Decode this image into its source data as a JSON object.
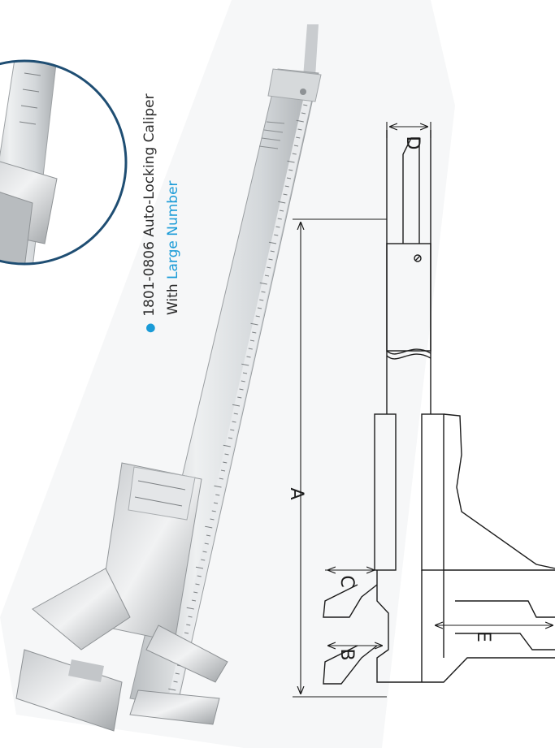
{
  "product": {
    "code_title": "1801-0806 Auto-Locking Caliper",
    "subtitle_prefix": "With",
    "subtitle_accent": "Large Number"
  },
  "diagram_labels": {
    "a": "A",
    "b": "B",
    "c": "C",
    "d": "D",
    "e": "E"
  },
  "colors": {
    "accent": "#1a9bd7",
    "inset_ring": "#1f4e73",
    "line": "#1c1c1c"
  }
}
